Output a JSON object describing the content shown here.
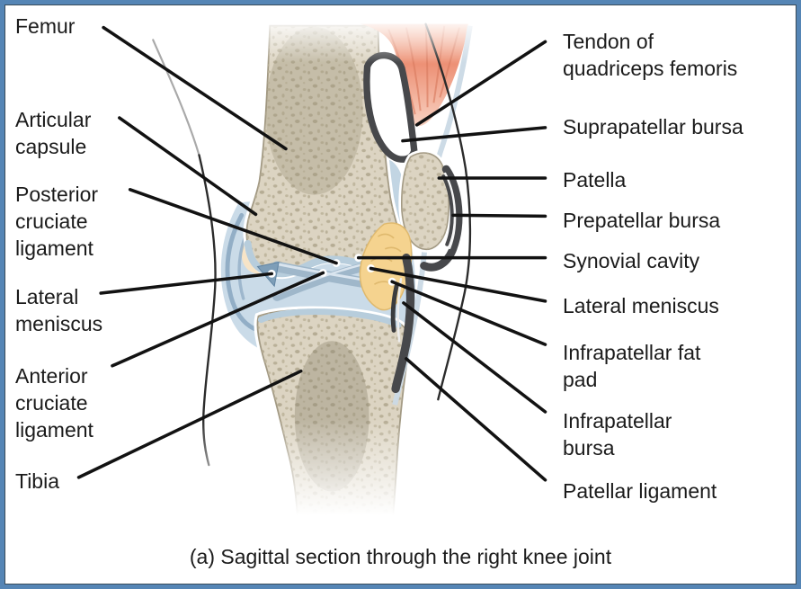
{
  "figure": {
    "caption": "(a) Sagittal section through the right knee joint",
    "labels_left": [
      {
        "text": "Femur"
      },
      {
        "text": "Articular capsule"
      },
      {
        "text": "Posterior cruciate ligament"
      },
      {
        "text": "Lateral meniscus"
      },
      {
        "text": "Anterior cruciate ligament"
      },
      {
        "text": "Tibia"
      }
    ],
    "labels_right": [
      {
        "text": "Tendon of quadriceps femoris"
      },
      {
        "text": "Suprapatellar bursa"
      },
      {
        "text": "Patella"
      },
      {
        "text": "Prepatellar bursa"
      },
      {
        "text": "Synovial cavity"
      },
      {
        "text": "Lateral meniscus"
      },
      {
        "text": "Infrapatellar fat pad"
      },
      {
        "text": "Infrapatellar bursa"
      },
      {
        "text": "Patellar ligament"
      }
    ]
  },
  "colors": {
    "frame_border": "#5585B5",
    "frame_inner_line": "#3A4B59",
    "background": "#FFFFFF",
    "leader_line": "#121212",
    "text": "#1B1B1B",
    "bone": "#DCD4C2",
    "bone_speckle": "#B5AC93",
    "bone_outline": "#A29983",
    "cartilage": "#B7CDDC",
    "synovial_fluid": "#CADBE8",
    "capsule_line": "#92AEC6",
    "cruciate": "#9FB7CA",
    "meniscus": "#7E9EB8",
    "muscle": "#EE9A7E",
    "tendon_dark": "#47484B",
    "fat_pad": "#F5D38F",
    "fat_pocket_cream": "#F7E4C7",
    "skin_line": "#2B2B2B"
  }
}
